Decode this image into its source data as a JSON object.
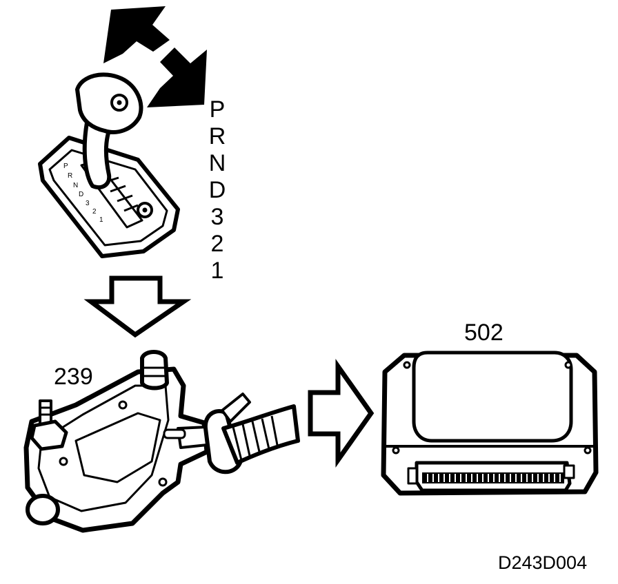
{
  "figure": {
    "gear_positions": [
      "P",
      "R",
      "N",
      "D",
      "3",
      "2",
      "1"
    ],
    "selector_switch_label": "239",
    "control_module_label": "502",
    "figure_id": "D243D004"
  },
  "icons": {
    "shift_arrows": "double-arrow-icon",
    "flow_down": "arrow-down-icon",
    "flow_right": "arrow-right-icon"
  },
  "colors": {
    "ink": "#000000",
    "paper": "#ffffff"
  }
}
